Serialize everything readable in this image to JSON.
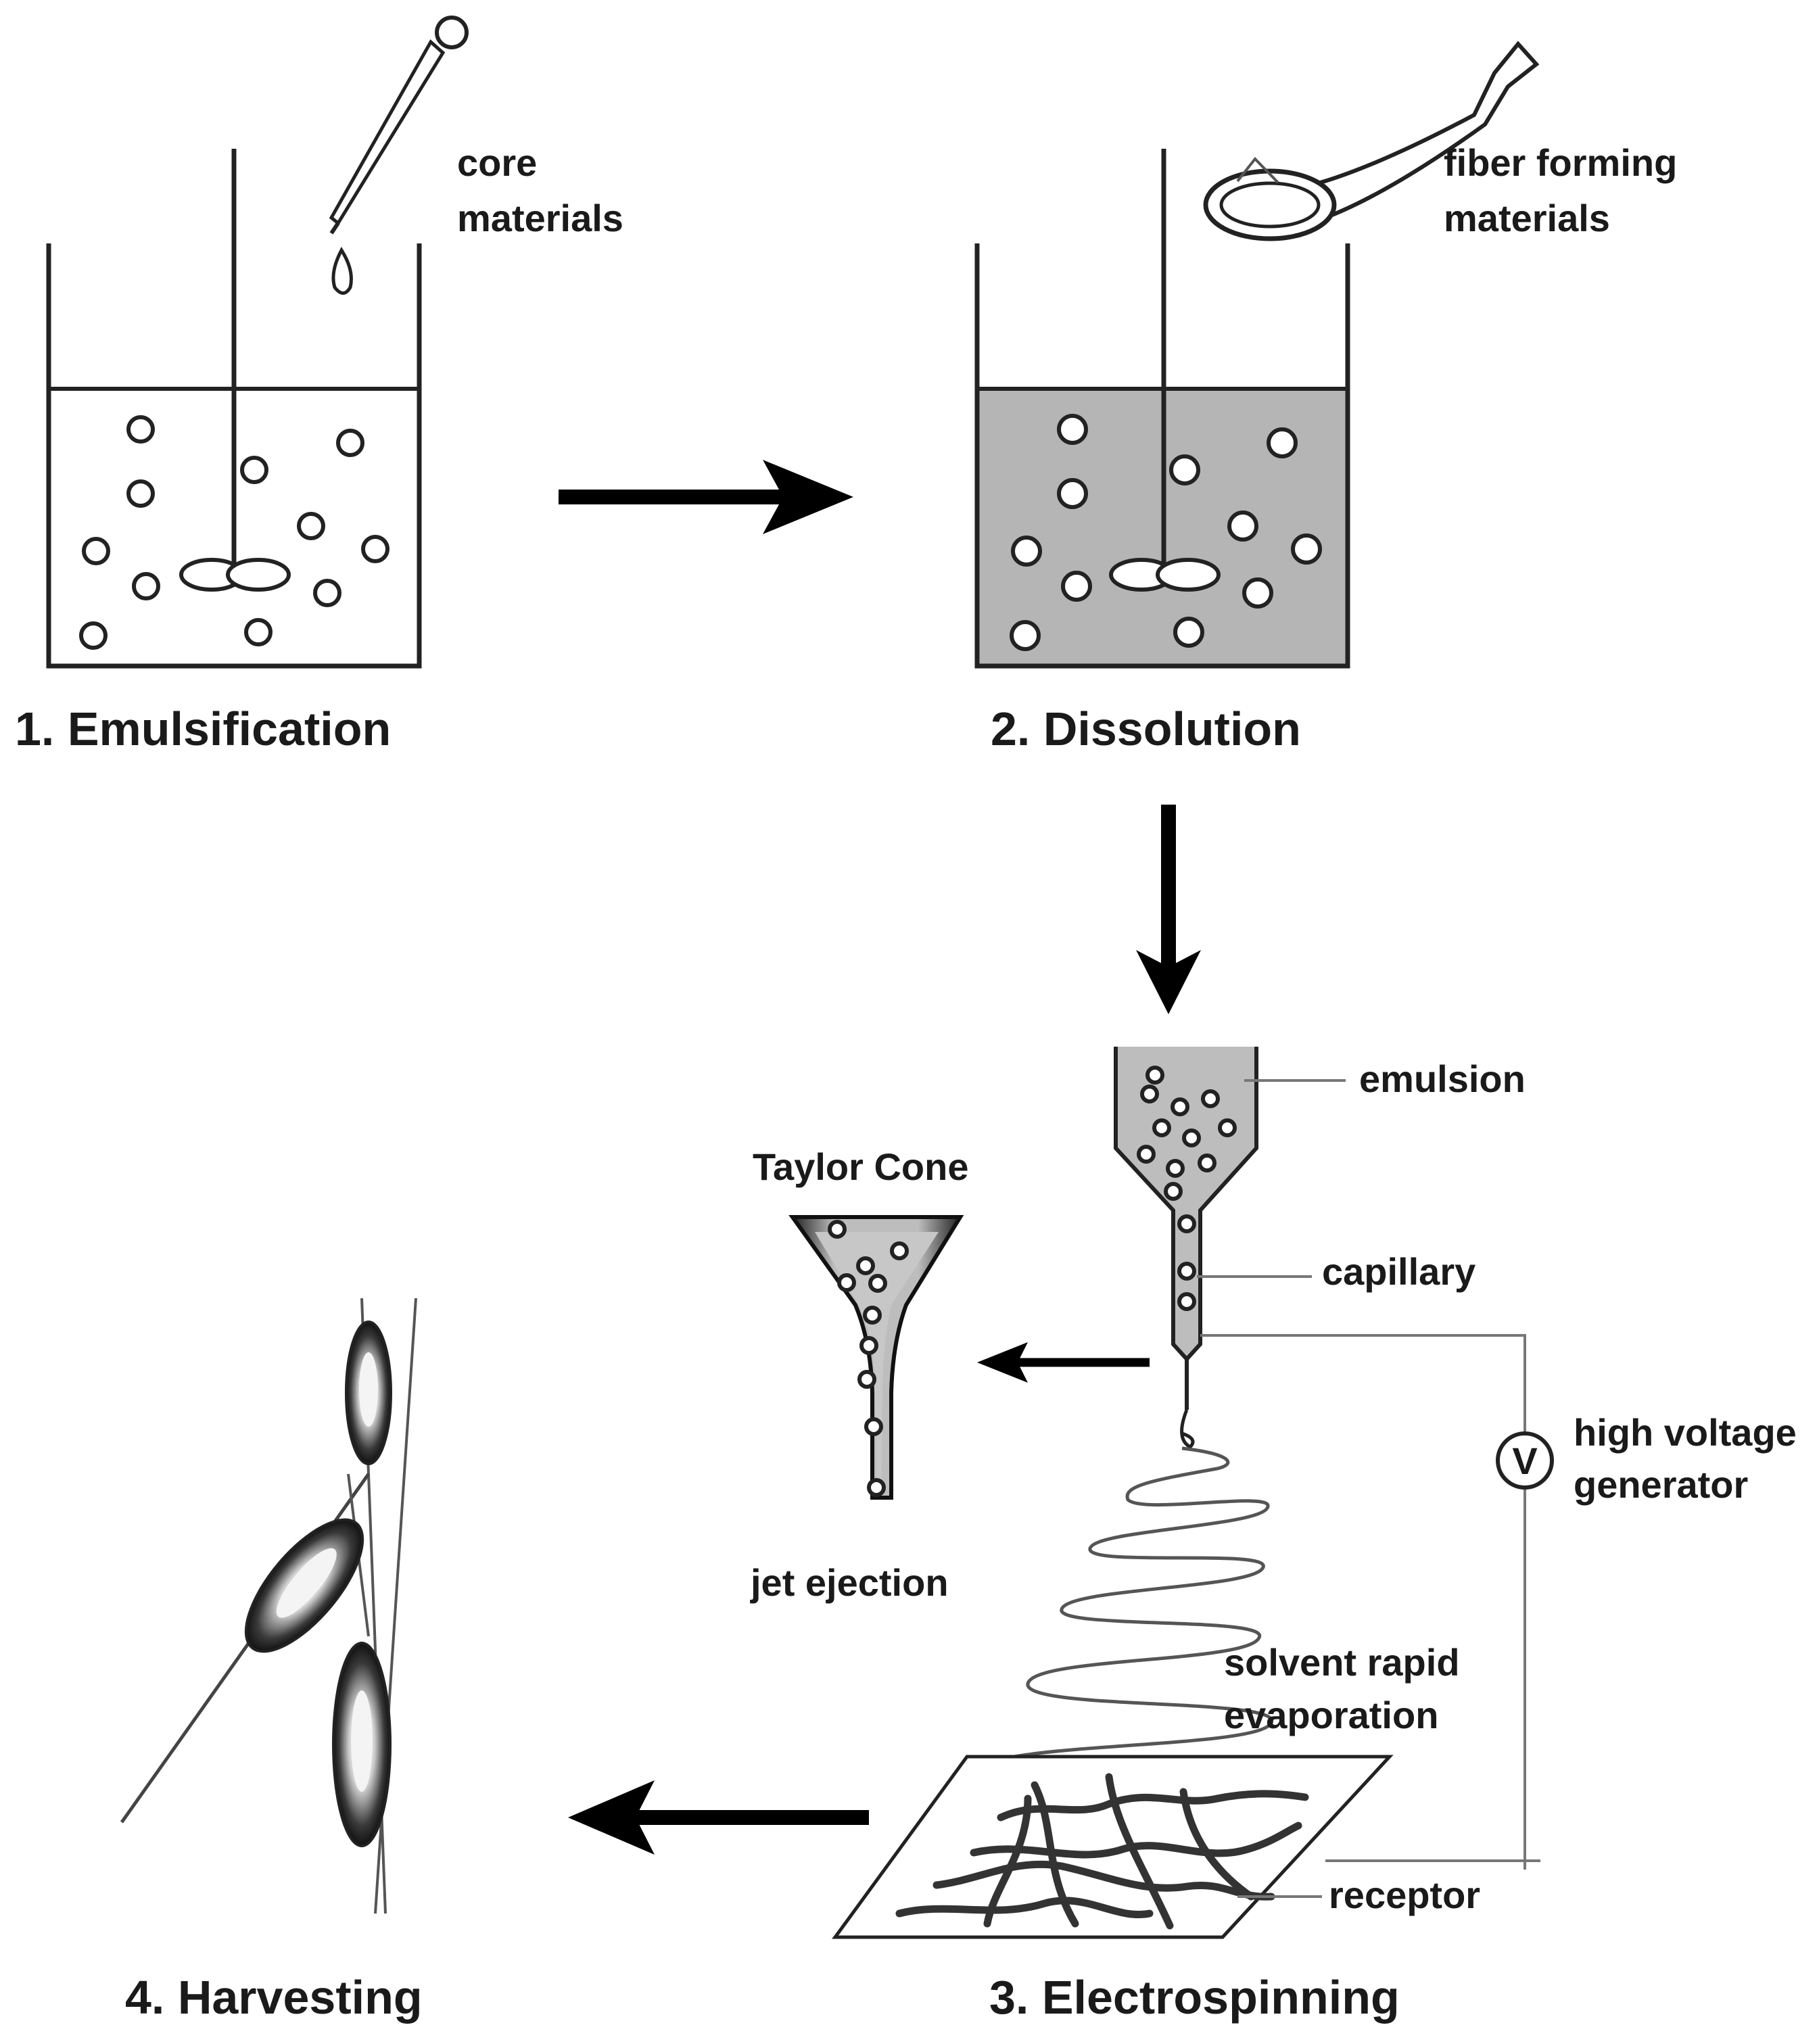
{
  "steps": {
    "step1": "1. Emulsification",
    "step2": "2. Dissolution",
    "step3": "3. Electrospinning",
    "step4": "4. Harvesting"
  },
  "labels": {
    "core_line1": "core",
    "core_line2": "materials",
    "fiber_line1": "fiber forming",
    "fiber_line2": "materials",
    "emulsion": "emulsion",
    "capillary": "capillary",
    "taylor_cone": "Taylor Cone",
    "voltage_symbol": "V",
    "voltage_line1": "high voltage",
    "voltage_line2": "generator",
    "jet_ejection": "jet ejection",
    "solvent_line1": "solvent rapid",
    "solvent_line2": "evaporation",
    "receptor": "receptor"
  },
  "colors": {
    "solution_fill": "#b5b5b5",
    "line": "#222222",
    "arrow": "#000000"
  }
}
